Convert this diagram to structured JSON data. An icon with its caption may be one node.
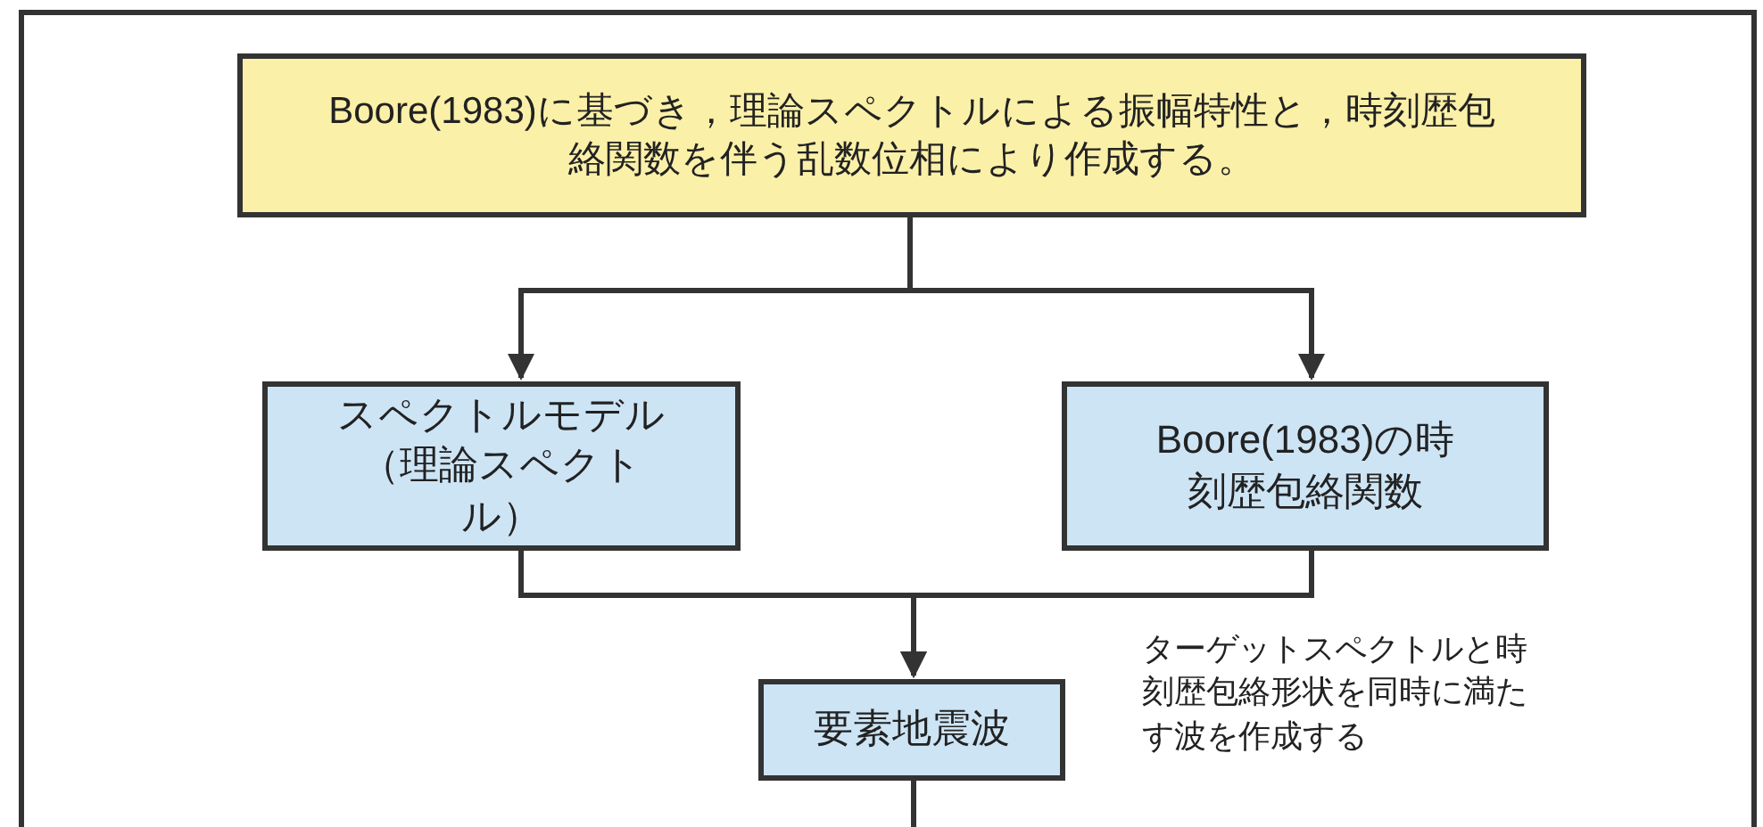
{
  "diagram": {
    "nodes": [
      {
        "text": [
          "Boore(1983)に基づき，理論スペクトルによる振幅特性と，時刻歴包絡関数を伴う乱数位相により作成する。"
        ]
      },
      {
        "text": [
          "スペクトルモデル（理論スペクトル）"
        ]
      },
      {
        "text": [
          "Boore(1983)の時刻歴包絡関数"
        ]
      },
      {
        "text": [
          "要素地震波"
        ],
        "beside": [
          "ターゲットスペクトルと時刻歴包絡形状を同時に満たす波を作成する"
        ]
      }
    ],
    "edges": [
      {
        "from": 0,
        "to": 1,
        "arrow": "to"
      },
      {
        "from": 0,
        "to": 2,
        "arrow": "to"
      },
      {
        "from": 1,
        "to": 3,
        "arrow": "to"
      },
      {
        "from": 2,
        "to": 3,
        "arrow": "to"
      },
      {
        "from": 3,
        "to": null,
        "arrow": "none"
      }
    ]
  }
}
